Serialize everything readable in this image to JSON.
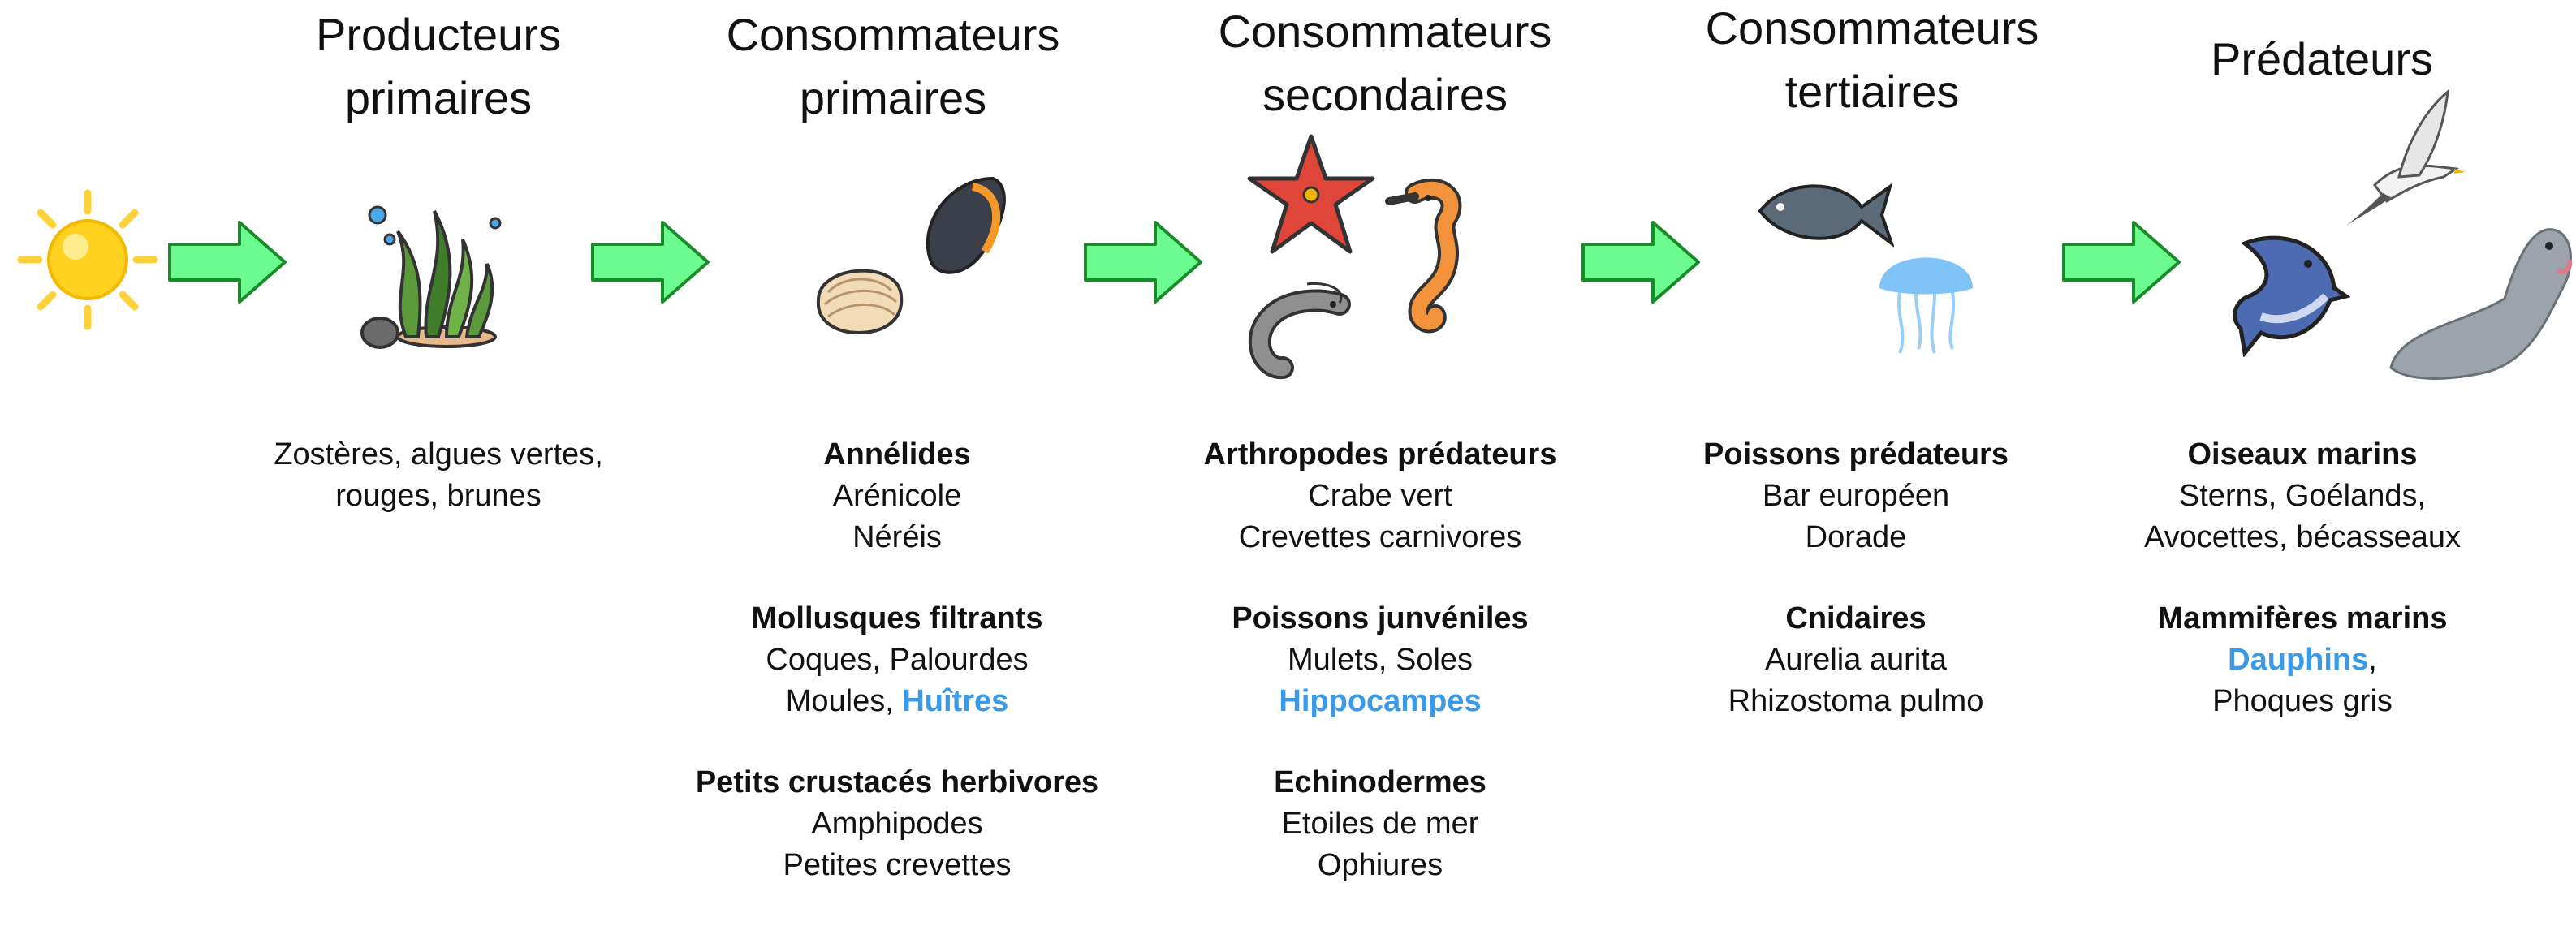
{
  "colors": {
    "arrow_fill": "#6cfb8e",
    "arrow_stroke": "#1a8a2a",
    "highlight": "#3a9ae8",
    "text": "#111111"
  },
  "titles": {
    "producteurs": [
      "Producteurs",
      "primaires"
    ],
    "primaires": [
      "Consommateurs",
      "primaires"
    ],
    "secondaires": [
      "Consommateurs",
      "secondaires"
    ],
    "tertiaires": [
      "Consommateurs",
      "tertiaires"
    ],
    "predateurs": [
      "Prédateurs"
    ]
  },
  "icons": [
    "sun-icon",
    "seaweed-icon",
    "shell-icon",
    "mussel-icon",
    "starfish-icon",
    "seahorse-icon",
    "shrimp-icon",
    "fish-icon",
    "jellyfish-icon",
    "dolphin-icon",
    "seagull-icon",
    "seal-icon"
  ],
  "producteurs": {
    "lines": [
      "Zostères, algues vertes,",
      "rouges, brunes"
    ]
  },
  "primaires": {
    "annelides": {
      "title": "Annélides",
      "items": [
        "Arénicole",
        "Néréis"
      ]
    },
    "mollusques": {
      "title": "Mollusques filtrants",
      "item1": "Coques, Palourdes",
      "item2_prefix": "Moules, ",
      "item2_hl": "Huîtres"
    },
    "crustaces": {
      "title": "Petits crustacés herbivores",
      "items": [
        "Amphipodes",
        "Petites crevettes"
      ]
    }
  },
  "secondaires": {
    "arthropodes": {
      "title": "Arthropodes prédateurs",
      "items": [
        "Crabe vert",
        "Crevettes carnivores"
      ]
    },
    "poissons": {
      "title": "Poissons junvéniles",
      "item1": "Mulets, Soles",
      "item2_hl": "Hippocampes"
    },
    "echinodermes": {
      "title": "Echinodermes",
      "items": [
        "Etoiles de mer",
        "Ophiures"
      ]
    }
  },
  "tertiaires": {
    "poissons": {
      "title": "Poissons prédateurs",
      "items": [
        "Bar européen",
        "Dorade"
      ]
    },
    "cnidaires": {
      "title": "Cnidaires",
      "items": [
        "Aurelia aurita",
        "Rhizostoma pulmo"
      ]
    }
  },
  "predateurs": {
    "oiseaux": {
      "title": "Oiseaux marins",
      "items": [
        "Sterns, Goélands,",
        "Avocettes, bécasseaux"
      ]
    },
    "mammiferes": {
      "title": "Mammifères marins",
      "item1_hl": "Dauphins",
      "item1_suffix": ",",
      "item2": "Phoques gris"
    }
  }
}
